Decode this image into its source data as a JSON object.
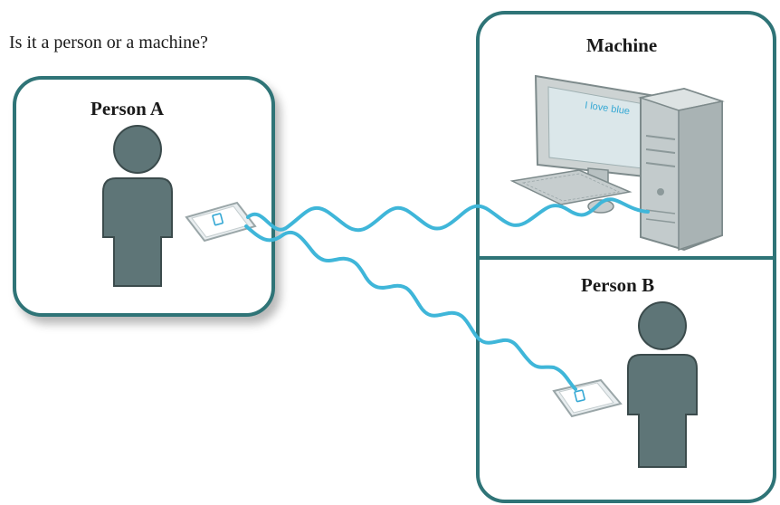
{
  "question": "Is it a person or a machine?",
  "panels": {
    "person_a": {
      "label": "Person A"
    },
    "machine": {
      "label": "Machine",
      "screen_text": "I love blue"
    },
    "person_b": {
      "label": "Person B"
    }
  },
  "icons": {
    "person_a_figure": "person-silhouette-icon",
    "person_b_figure": "person-silhouette-icon",
    "computer": "desktop-computer-icon",
    "phone_a": "phone-icon",
    "phone_b": "phone-icon"
  },
  "colors": {
    "frame": "#2f7477",
    "figure": "#5e7577",
    "wave": "#3fb6d9"
  }
}
